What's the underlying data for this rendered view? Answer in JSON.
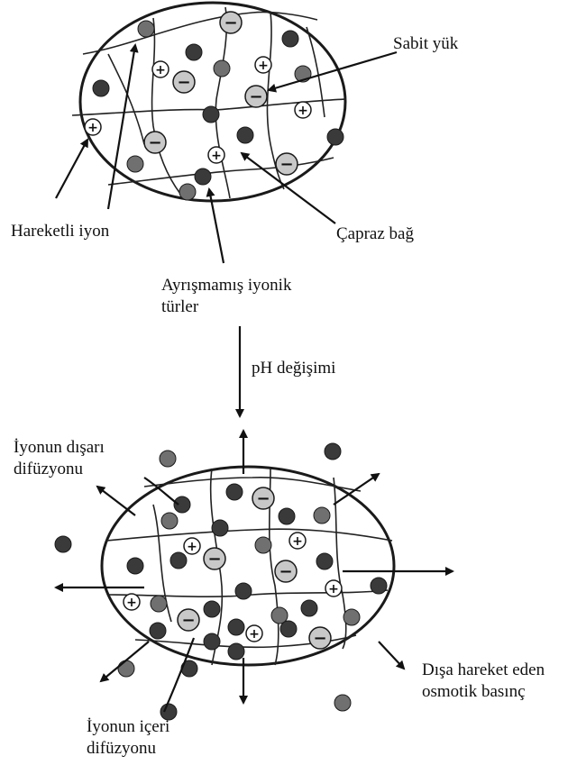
{
  "labels": {
    "fixed_charge": "Sabit yük",
    "mobile_ion": "Hareketli iyon",
    "crosslink": "Çapraz bağ",
    "undissociated_line1": "Ayrışmamış iyonik",
    "undissociated_line2": "türler",
    "ph_change": "pH değişimi",
    "outward_diffusion_line1": "İyonun dışarı",
    "outward_diffusion_line2": "difüzyonu",
    "osmotic_line1": "Dışa hareket eden",
    "osmotic_line2": "osmotik basınç",
    "inward_diffusion_line1": "İyonun içeri",
    "inward_diffusion_line2": "difüzyonu"
  },
  "colors": {
    "dark_ion": "#3a3a3a",
    "medium_ion": "#707070",
    "fixed_charge_fill": "#c8c8c8",
    "mobile_ion_fill": "#ffffff",
    "stroke": "#1a1a1a"
  },
  "symbols": {
    "negative": "−",
    "positive": "+"
  }
}
